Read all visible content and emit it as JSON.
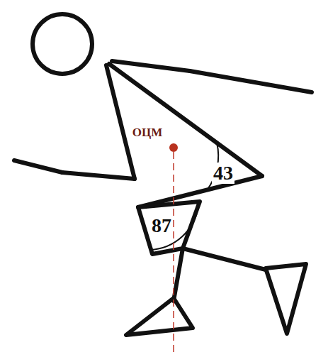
{
  "diagram": {
    "labels": [
      "ОЦМ",
      "43",
      "87"
    ]
  }
}
